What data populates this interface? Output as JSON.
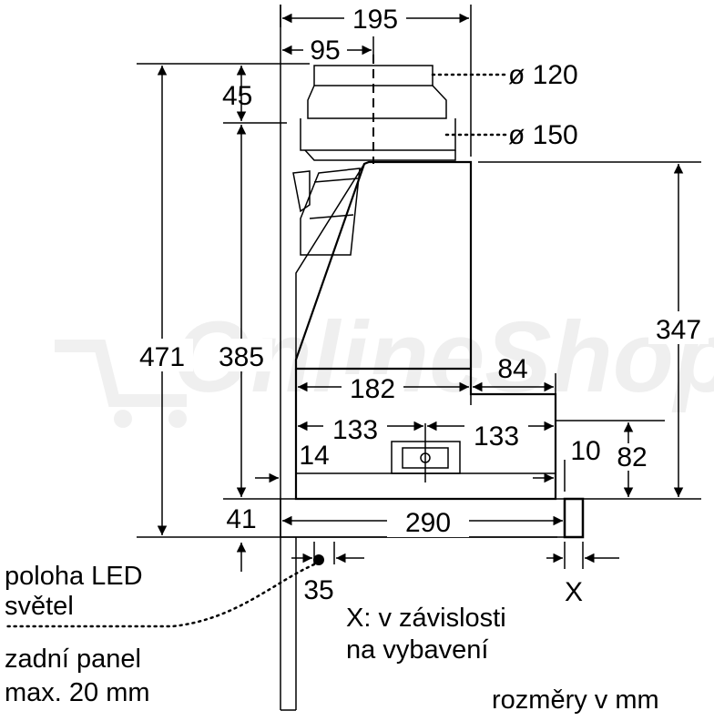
{
  "watermark": {
    "text": "OnlineShop"
  },
  "dimensions": {
    "top_total": "195",
    "top_offset": "95",
    "outlet_small": "ø 120",
    "outlet_large": "ø 150",
    "top_spacer": "45",
    "total_height": "471",
    "inner_height": "385",
    "body_height": "347",
    "body_depth": "182",
    "front_depth": "84",
    "left_half": "133",
    "right_half": "133",
    "left_gap": "14",
    "right_gap": "10",
    "panel_height": "82",
    "bottom_offset": "41",
    "bottom_width": "290",
    "led_offset": "35",
    "x_label": "X"
  },
  "notes": {
    "led_line1": "poloha LED",
    "led_line2": "světel",
    "x_line1": "X: v závislosti",
    "x_line2": "na vybavení",
    "panel_line1": "zadní panel",
    "panel_line2": "max. 20 mm",
    "units": "rozměry v mm"
  }
}
